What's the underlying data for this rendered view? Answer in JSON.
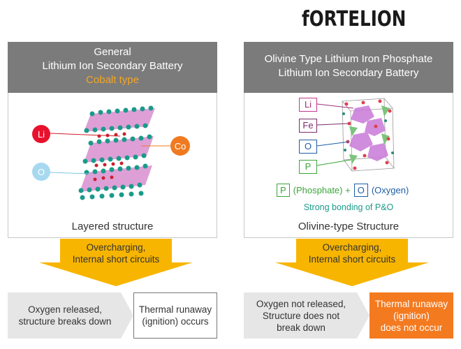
{
  "brand": {
    "logo_text": "fORTELION"
  },
  "left_panel": {
    "title_line1": "General",
    "title_line2": "Lithium Ion Secondary Battery",
    "title_line3": "Cobalt type",
    "accent_color": "#f5a623",
    "labels": {
      "li": "Li",
      "co": "Co",
      "o": "O"
    },
    "caption": "Layered structure"
  },
  "right_panel": {
    "title_line1": "Olivine Type Lithium Iron Phosphate",
    "title_line2": "Lithium Ion Secondary Battery",
    "labels": {
      "li": "Li",
      "fe": "Fe",
      "o": "O",
      "p": "P"
    },
    "formula": {
      "p_box": "P",
      "p_text": "(Phosphate) +",
      "o_box": "O",
      "o_text": "(Oxygen)"
    },
    "bonding_note": "Strong bonding of P&O",
    "caption": "Olivine-type  Structure"
  },
  "left_flow": {
    "arrow_line1": "Overcharging,",
    "arrow_line2": "Internal short circuits",
    "result_line1": "Oxygen released,",
    "result_line2": "structure breaks down",
    "outcome_line1": "Thermal runaway",
    "outcome_line2": "(ignition) occurs"
  },
  "right_flow": {
    "arrow_line1": "Overcharging,",
    "arrow_line2": "Internal short circuits",
    "result_line1": "Oxygen not released,",
    "result_line2": "Structure does not",
    "result_line3": "break down",
    "outcome_line1": "Thermal runaway",
    "outcome_line2": "(ignition)",
    "outcome_line3": "does not occur"
  },
  "colors": {
    "header_gray": "#7b7b7b",
    "arrow_yellow": "#f7b500",
    "orange": "#f47a20",
    "li_red": "#e8112d",
    "co_orange": "#f07a20",
    "o_lightblue": "#a6d9ef",
    "fe_purple": "#7b2a6d",
    "o_blue": "#1d5ea8",
    "p_green": "#3aa53a",
    "teal": "#1a9a8a"
  }
}
